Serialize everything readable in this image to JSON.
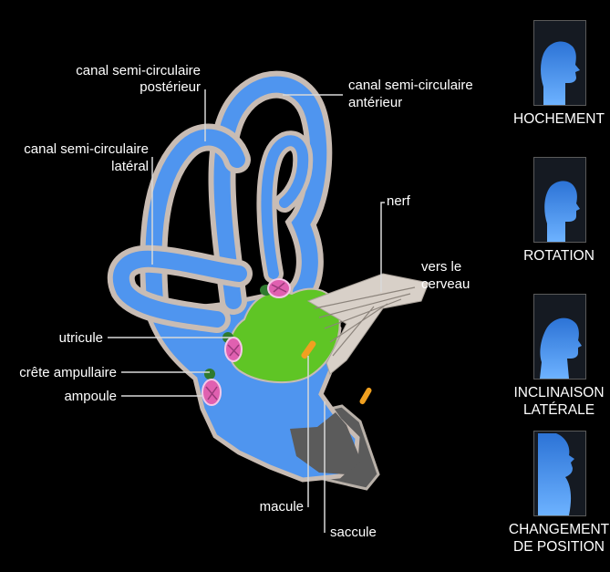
{
  "labels": {
    "posterior_1": "canal semi-circulaire",
    "posterior_2": "postérieur",
    "anterior_1": "canal semi-circulaire",
    "anterior_2": "antérieur",
    "lateral_1": "canal semi-circulaire",
    "lateral_2": "latéral",
    "nerf": "nerf",
    "vers_1": "vers le",
    "vers_2": "cerveau",
    "utricule": "utricule",
    "crete": "crête ampullaire",
    "ampoule": "ampoule",
    "macule": "macule",
    "saccule": "saccule"
  },
  "panels": [
    {
      "line1": "HOCHEMENT",
      "line2": "",
      "icon": "head-profile-icon"
    },
    {
      "line1": "ROTATION",
      "line2": "",
      "icon": "head-profile-icon"
    },
    {
      "line1": "INCLINAISON",
      "line2": "LATÉRALE",
      "icon": "head-profile-icon"
    },
    {
      "line1": "CHANGEMENT",
      "line2": "DE POSITION",
      "icon": "head-profile-icon"
    }
  ],
  "colors": {
    "background": "#000000",
    "canal_fill": "#4f95ef",
    "canal_wall": "#c8bcb4",
    "utricle": "#5fc525",
    "saccule_dark": "#555555",
    "macula": "#f0a020",
    "crista": "#e060b0"
  }
}
